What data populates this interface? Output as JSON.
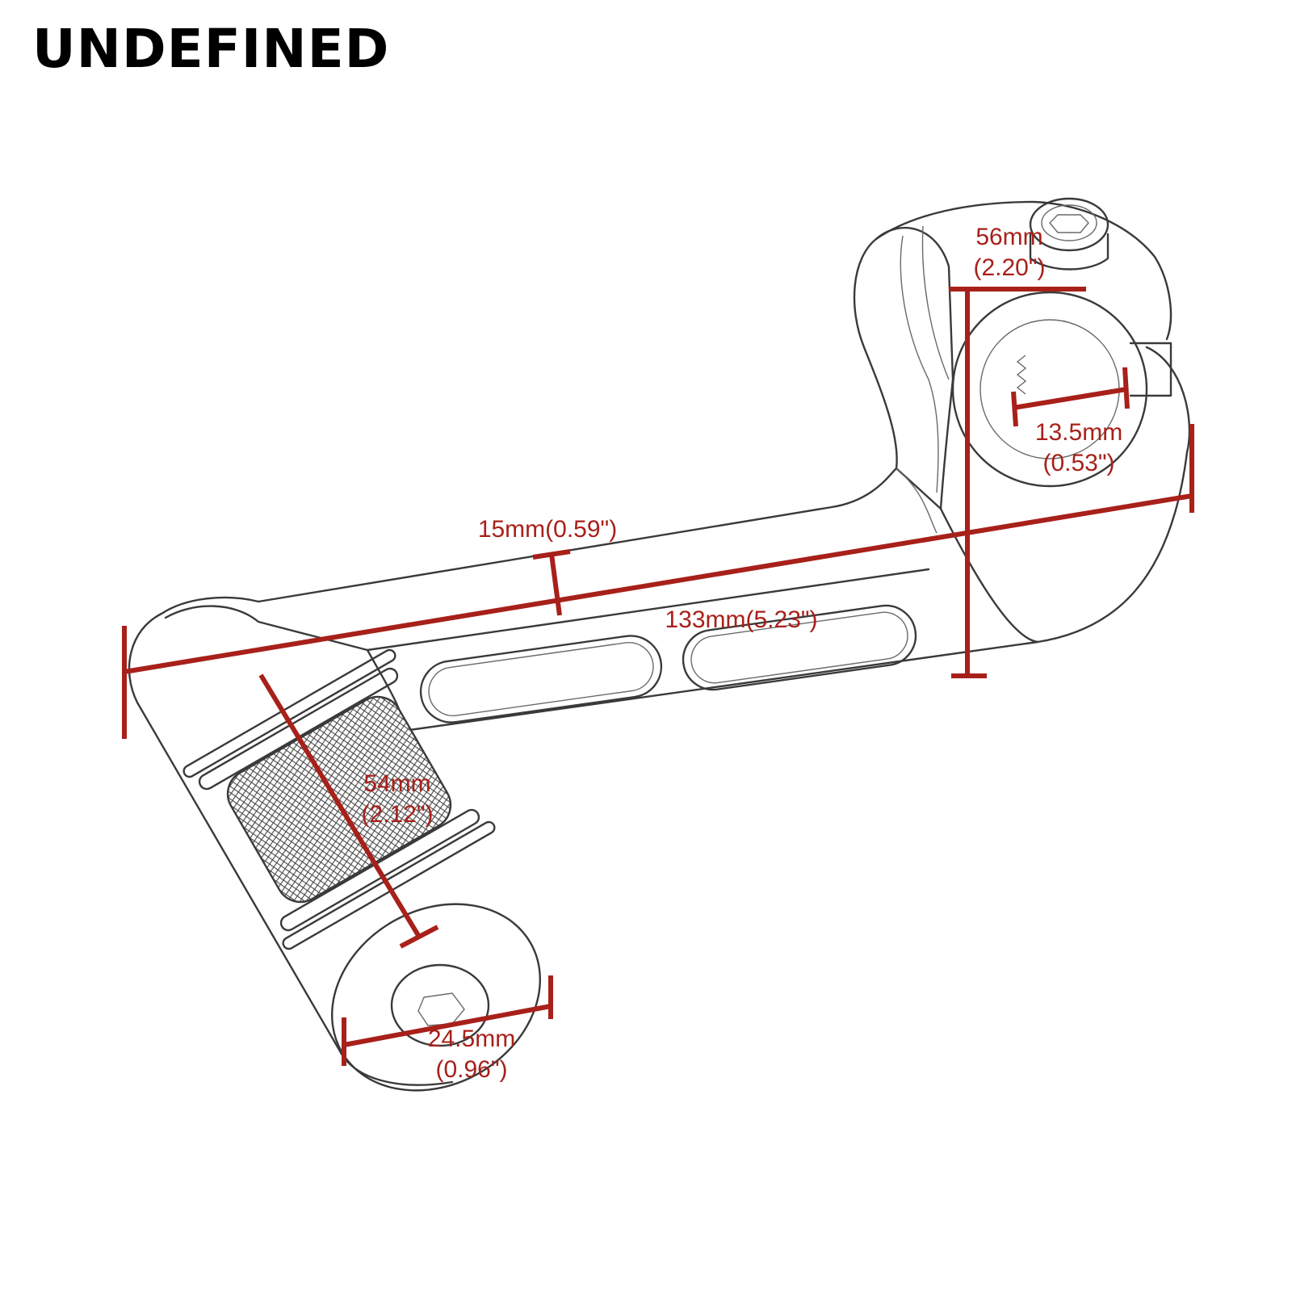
{
  "brand": "UNDEFINED",
  "colors": {
    "dimension": "#a8201a",
    "outline": "#3a3a3a",
    "background": "#ffffff"
  },
  "dimensions": {
    "clamp_height": {
      "mm": "56mm",
      "inch": "(2.20\")"
    },
    "bore": {
      "mm": "13.5mm",
      "inch": "(0.53\")"
    },
    "arm_width": {
      "label": "15mm(0.59\")"
    },
    "overall_length": {
      "label": "133mm(5.23\")"
    },
    "peg_length": {
      "mm": "54mm",
      "inch": "(2.12\")"
    },
    "peg_diameter": {
      "mm": "24.5mm",
      "inch": "(0.96\")"
    }
  }
}
